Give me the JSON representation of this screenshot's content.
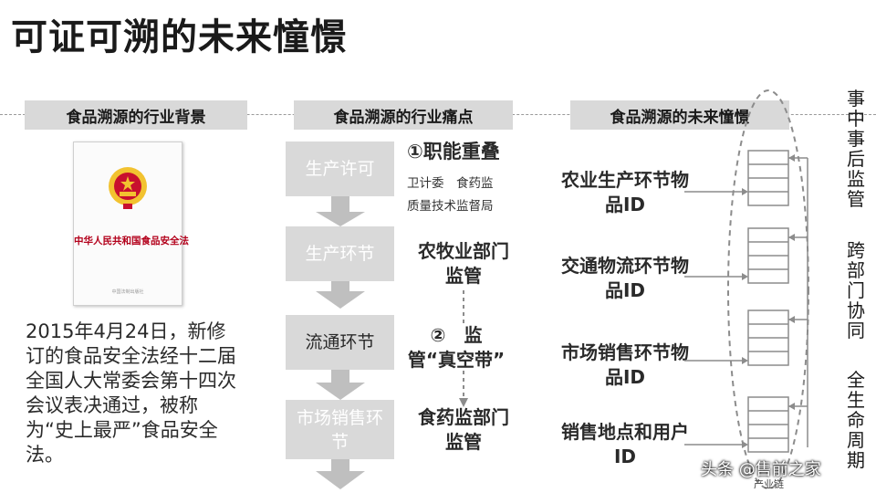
{
  "title": "可证可溯的未来憧憬",
  "columns": {
    "background": {
      "header": "食品溯源的行业背景",
      "book_title": "中华人民共和国食品安全法",
      "book_publisher": "中国法制出版社",
      "description": "2015年4月24日，新修订的食品安全法经十二届全国人大常委会第十四次会议表决通过，被称为“史上最严”食品安全法。"
    },
    "pain_points": {
      "header": "食品溯源的行业痛点",
      "stages": [
        "生产许可",
        "生产环节",
        "流通环节",
        "市场销售环节"
      ],
      "point1_title": "①职能重叠",
      "point1_line1": "卫计委　食药监",
      "point1_line2": "质量技术监督局",
      "dept1": "农牧业部门监管",
      "point2_title": "②　监　管“真空带”",
      "dept2": "食药监部门监管"
    },
    "future": {
      "header": "食品溯源的未来憧憬",
      "nodes": [
        "农业生产环节物品ID",
        "交通物流环节物品ID",
        "市场销售环节物品ID",
        "销售地点和用户ID"
      ],
      "chain_label": "产业链"
    }
  },
  "side_labels": [
    "事中事后监管",
    "跨部门协同",
    "全生命周期"
  ],
  "watermark": "头条 @售前之家",
  "colors": {
    "stage_gray": "#d9d9d9",
    "header_gray": "#d9d9d9",
    "book_red": "#b3001b",
    "emblem_red": "#c8102e",
    "emblem_gold": "#f2c230"
  }
}
